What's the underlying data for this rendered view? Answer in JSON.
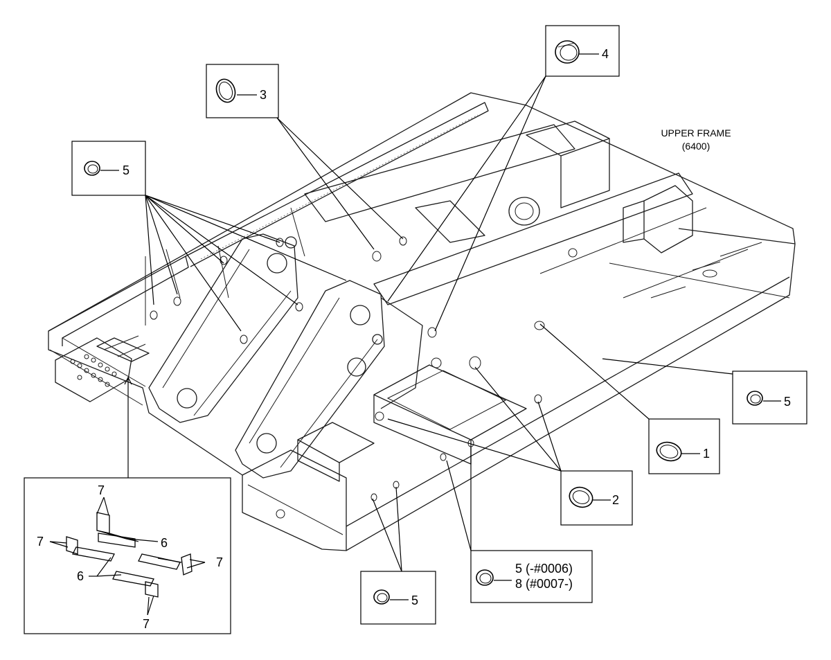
{
  "title": {
    "line1": "UPPER FRAME",
    "line2": "(6400)"
  },
  "callouts": [
    {
      "id": "1",
      "label": "1",
      "part_icon": "oval-grommet-icon"
    },
    {
      "id": "2",
      "label": "2",
      "part_icon": "oval-grommet-icon"
    },
    {
      "id": "3",
      "label": "3",
      "part_icon": "oval-grommet-icon"
    },
    {
      "id": "4",
      "label": "4",
      "part_icon": "round-plug-icon"
    },
    {
      "id": "5a",
      "label": "5",
      "part_icon": "round-grommet-icon"
    },
    {
      "id": "5b",
      "label": "5",
      "part_icon": "round-grommet-icon"
    },
    {
      "id": "5c",
      "label": "5",
      "part_icon": "round-grommet-icon"
    },
    {
      "id": "58",
      "label_line1": "5 (-#0006)",
      "label_line2": "8 (#0007-)",
      "part_icon": "round-grommet-icon"
    }
  ],
  "detail": {
    "labels": [
      "7",
      "7",
      "6",
      "6",
      "7",
      "7"
    ],
    "part_icons": [
      "rubber-pad-icon",
      "corner-guard-icon"
    ]
  }
}
